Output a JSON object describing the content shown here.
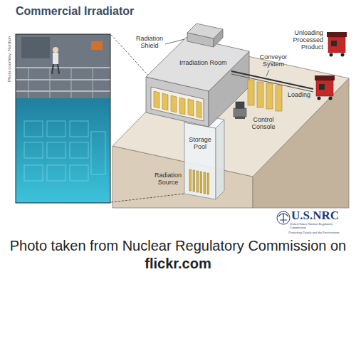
{
  "diagram": {
    "title": "Commercial Irradiator",
    "caption": "Photo taken from Nuclear Regulatory Commission on flickr.com",
    "labels": [
      "Photo courtesy: Nordion",
      "Radiation Shield",
      "Irradiation Room",
      "Conveyor System",
      "Unloading Processed Product",
      "Loading",
      "Control Console",
      "Storage Pool",
      "Radiation Source",
      "U.S.NRC",
      "United States Nuclear Regulatory Commission",
      "Protecting People and the Environment"
    ]
  }
}
